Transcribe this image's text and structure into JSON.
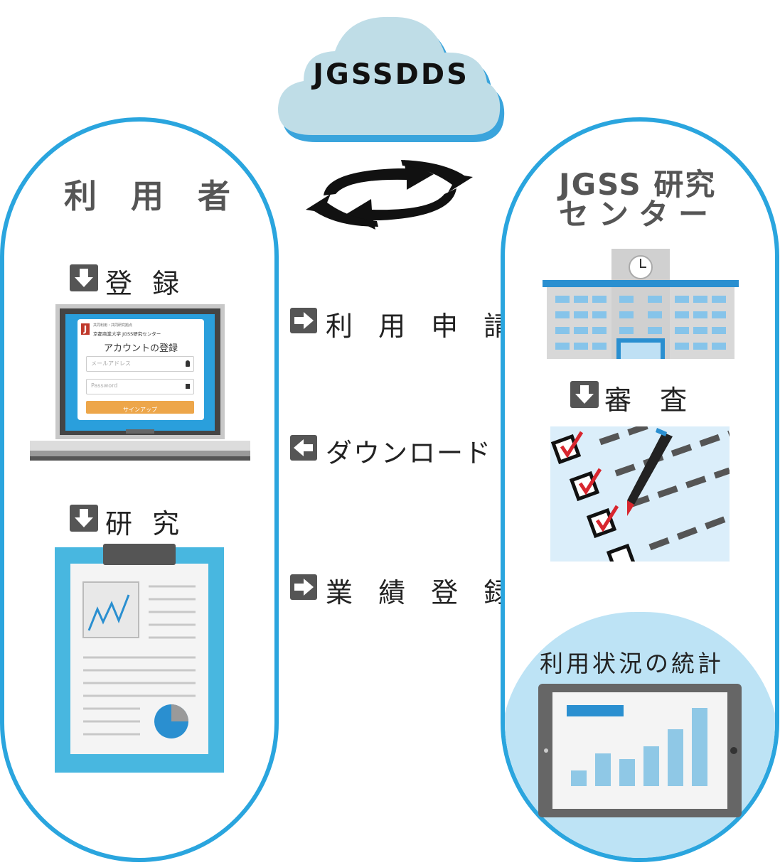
{
  "cloud": {
    "label": "JGSSDDS",
    "color": "#c0dde8"
  },
  "user_panel": {
    "title": "利 用 者",
    "step_register": "登 録",
    "step_research": "研 究",
    "laptop": {
      "org_line1": "京都商業大学 JGSS研究センター",
      "org_line2": "共同利用・共同研究拠点",
      "form_title": "アカウントの登録",
      "email_placeholder": "メールアドレス",
      "password_placeholder": "Password",
      "signup_label": "サインアップ"
    }
  },
  "center_panel": {
    "title_line1": "JGSS 研究",
    "title_line2": "センター",
    "step_review": "審 査",
    "stats_label": "利用状況の統計"
  },
  "flows": {
    "apply": "利 用 申 請",
    "download": "ダウンロード",
    "achievements": "業 績 登 録"
  },
  "colors": {
    "accent": "#2aa5de",
    "arrow_icon": "#555555",
    "stats_bg": "#bde3f5"
  },
  "icons": [
    "cycle-arrows-icon",
    "arrow-down-icon",
    "arrow-right-icon",
    "arrow-left-icon",
    "school-building-icon",
    "checklist-icon",
    "clipboard-icon",
    "tablet-chart-icon"
  ]
}
